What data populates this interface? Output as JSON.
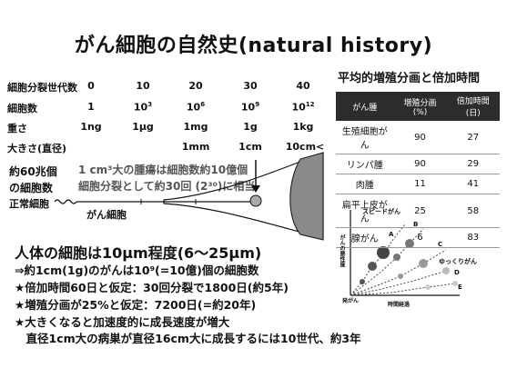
{
  "title": "がん細胞の自然史(natural history)",
  "growth_table": {
    "rows": [
      {
        "label": "細胞分裂世代数",
        "values": [
          "0",
          "10",
          "20",
          "30",
          "40"
        ]
      },
      {
        "label": "細胞数",
        "values": [
          "1",
          "10",
          "10",
          "10",
          "10"
        ],
        "exponents": [
          "",
          "3",
          "6",
          "9",
          "12"
        ]
      },
      {
        "label": "重さ",
        "values": [
          "1ng",
          "1μg",
          "1mg",
          "1g",
          "1kg"
        ]
      },
      {
        "label": "大きさ(直径)",
        "values": [
          "",
          "",
          "1mm",
          "1cm",
          "10cm<"
        ]
      }
    ]
  },
  "annotation": {
    "left_line1": "約60兆個",
    "left_line2": "の細胞数",
    "center_line1": "1 cm³大の腫瘍は細胞数約10億個",
    "center_line2": "細胞分裂として約30回 (2³⁰)に相当",
    "normal_cell": "正常細胞",
    "cancer_cell": "がん細胞",
    "cancer_tip": "がん"
  },
  "rate_table": {
    "title": "平均的増殖分画と倍加時間",
    "headers": [
      "がん腫",
      "増殖分画 (%)",
      "倍加時間 (日)"
    ],
    "rows": [
      [
        "生殖細胞がん",
        "90",
        "27"
      ],
      [
        "リンパ腫",
        "90",
        "29"
      ],
      [
        "肉腫",
        "11",
        "41"
      ],
      [
        "扁平上皮がん",
        "25",
        "58"
      ],
      [
        "腺がん",
        "6",
        "83"
      ]
    ]
  },
  "mini_chart": {
    "speed_fast": "スピードがん",
    "speed_slow": "ゆっくりがん",
    "ylabel": "がんの悪性度",
    "xlabel": "時間経過",
    "origin": "発がん",
    "series_labels": [
      "A",
      "B",
      "C",
      "D",
      "E"
    ]
  },
  "bottom": {
    "heading": "人体の細胞は10μm程度(6～25μm)",
    "lines": [
      "⇒約1cm(1g)のがんは10⁹(=10億)個の細胞数",
      "★倍加時間60日と仮定：30回分裂で1800日(約5年)",
      "★増殖分画が25%と仮定：7200日(=約20年)",
      "★大きくなると加速度的に成長速度が増大",
      "　直径1cm大の病巣が直径16cm大に成長するには10世代、約3年"
    ]
  }
}
